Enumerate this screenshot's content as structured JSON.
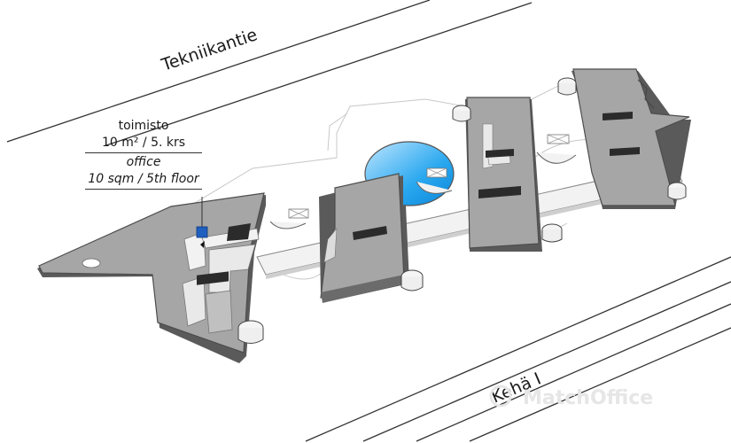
{
  "streets": {
    "north": "Tekniikantie",
    "south": "Kehä I"
  },
  "callout": {
    "fi_label": "toimisto",
    "fi_size": "10 m² / 5. krs",
    "en_label": "office",
    "en_size": "10 sqm / 5th floor",
    "highlight_color": "#1f5fbf"
  },
  "watermark": {
    "text": "MatchOffice"
  },
  "colors": {
    "roof": "#a6a6a6",
    "roof_dark": "#8c8c8c",
    "wall": "#5a5a5a",
    "corridor": "#f2f2f2",
    "atrium": "#2aa8ef"
  }
}
